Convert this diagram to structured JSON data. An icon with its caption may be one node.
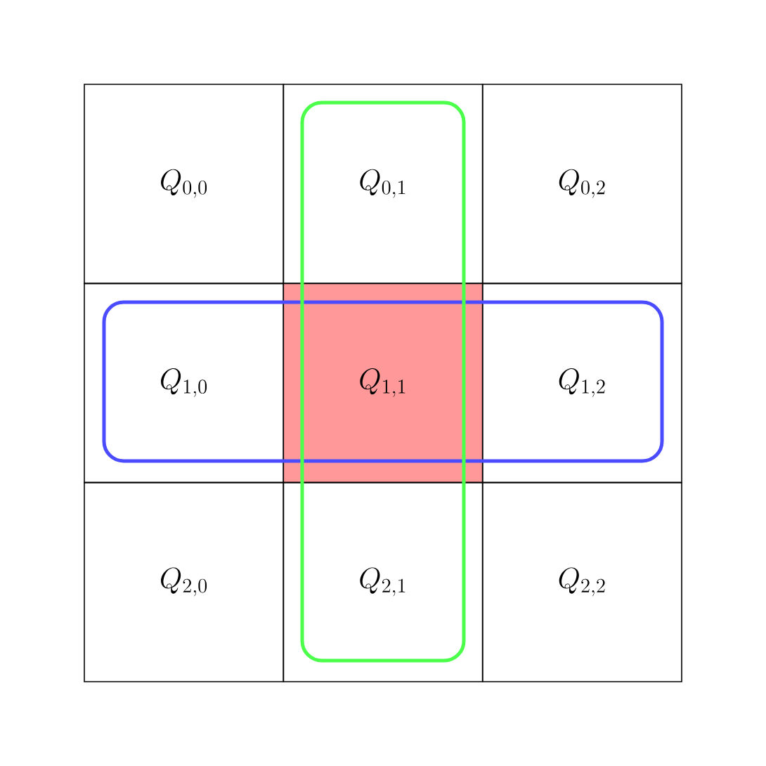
{
  "diagram": {
    "nodes": [
      {
        "text": [
          "Q_{0,0}"
        ]
      },
      {
        "text": [
          "Q_{0,1}"
        ]
      },
      {
        "text": [
          "Q_{0,2}"
        ]
      },
      {
        "text": [
          "Q_{1,0}"
        ]
      },
      {
        "text": [
          "Q_{1,1}"
        ]
      },
      {
        "text": [
          "Q_{1,2}"
        ]
      },
      {
        "text": [
          "Q_{2,0}"
        ]
      },
      {
        "text": [
          "Q_{2,1}"
        ]
      },
      {
        "text": [
          "Q_{2,2}"
        ]
      }
    ]
  }
}
